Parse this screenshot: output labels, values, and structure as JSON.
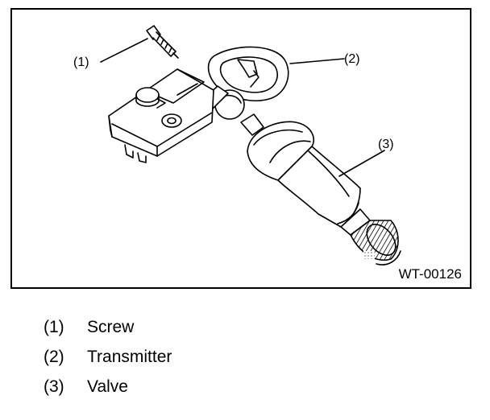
{
  "figure": {
    "code": "WT-00126",
    "callouts": [
      {
        "num": "(1)"
      },
      {
        "num": "(2)"
      },
      {
        "num": "(3)"
      }
    ]
  },
  "legend": [
    {
      "num": "(1)",
      "label": "Screw"
    },
    {
      "num": "(2)",
      "label": "Transmitter"
    },
    {
      "num": "(3)",
      "label": "Valve"
    }
  ]
}
